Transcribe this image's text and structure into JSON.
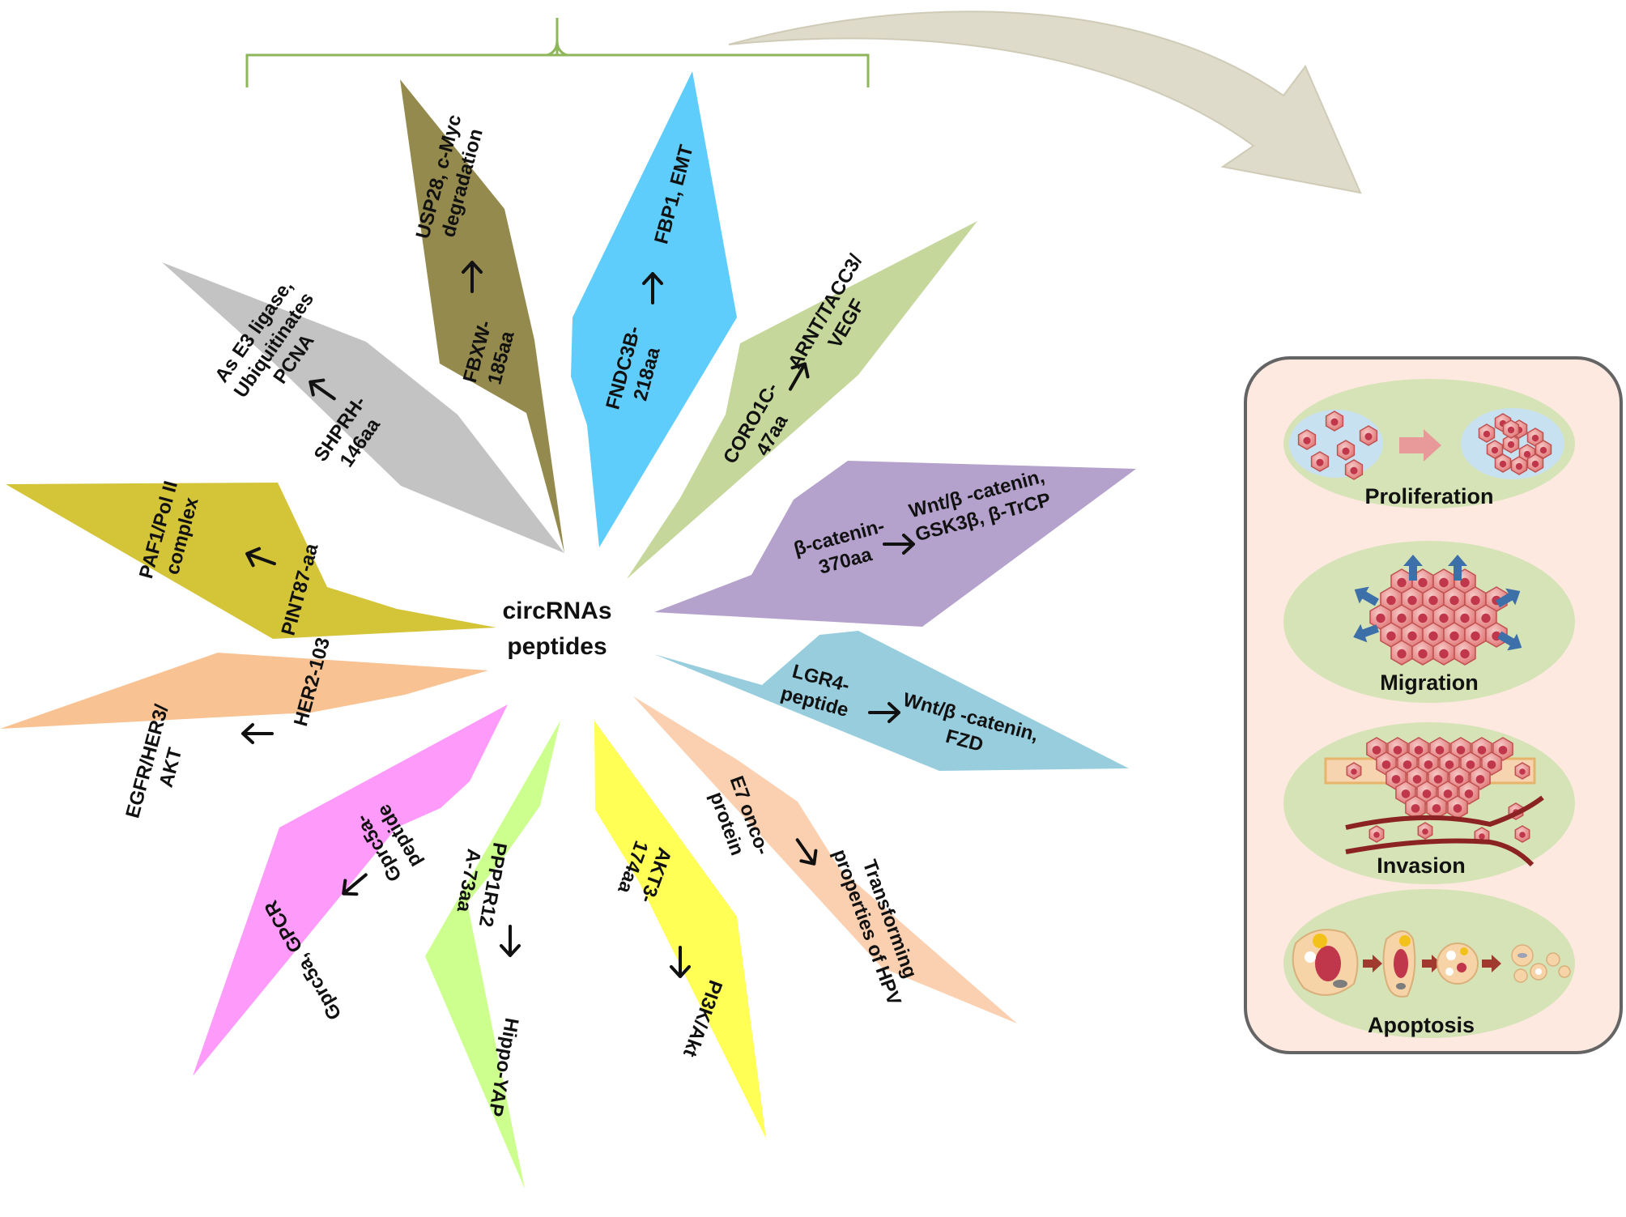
{
  "center": {
    "line1": "circRNAs",
    "line2": "peptides"
  },
  "petals": [
    {
      "id": "shprh",
      "color": "#c3c3c3",
      "source": [
        "SHPRH-",
        "146aa"
      ],
      "target": [
        "As E3 ligase,",
        "Ubiquitinates",
        "PCNA"
      ]
    },
    {
      "id": "fbxw",
      "color": "#958a4d",
      "source": [
        "FBXW-",
        "185aa"
      ],
      "target": [
        "USP28, c-Myc",
        "degradation"
      ]
    },
    {
      "id": "fndc3b",
      "color": "#5ecdfc",
      "source": [
        "FNDC3B-",
        "218aa"
      ],
      "target": [
        "FBP1, EMT"
      ]
    },
    {
      "id": "coro1c",
      "color": "#c5d79a",
      "source": [
        "CORO1C-",
        "47aa"
      ],
      "target": [
        "ARNT/TACC3/",
        "VEGF"
      ]
    },
    {
      "id": "bcatenin",
      "color": "#b4a2cc",
      "source": [
        "β-catenin-",
        "370aa"
      ],
      "target": [
        "Wnt/β -catenin,",
        "GSK3β, β-TrCP"
      ]
    },
    {
      "id": "lgr4",
      "color": "#97cddd",
      "source": [
        "LGR4-",
        "peptide"
      ],
      "target": [
        "Wnt/β -catenin,",
        "FZD"
      ]
    },
    {
      "id": "e7",
      "color": "#fbd0b1",
      "source": [
        "E7 onco-",
        "protein"
      ],
      "target": [
        "Transforming",
        "properties of HPV"
      ]
    },
    {
      "id": "akt3",
      "color": "#ffff55",
      "source": [
        "AKT3-",
        "174aa"
      ],
      "target": [
        "PI3K/Akt"
      ]
    },
    {
      "id": "ppp1r12",
      "color": "#cdff8f",
      "source": [
        "PPP1R12",
        "A-73aa"
      ],
      "target": [
        "Hippo-YAP"
      ]
    },
    {
      "id": "gprc5a",
      "color": "#fe9bfa",
      "source": [
        "Gprc5a-",
        "peptide"
      ],
      "target": [
        "Gprc5a, GPCR"
      ]
    },
    {
      "id": "her2",
      "color": "#f9c293",
      "source": [
        "HER2-103"
      ],
      "target": [
        "EGFR/HER3/",
        "AKT"
      ]
    },
    {
      "id": "pint87",
      "color": "#d4c438",
      "source": [
        "PINT87-aa"
      ],
      "target": [
        "PAF1/Pol II",
        "complex"
      ]
    }
  ],
  "outcomes": {
    "proliferation": "Proliferation",
    "migration": "Migration",
    "invasion": "Invasion",
    "apoptosis": "Apoptosis"
  },
  "colors": {
    "bracket": "#8db55a",
    "curved_arrow": "#dedbcb",
    "panel_fill": "#fde9df",
    "panel_border": "#646464",
    "ellipse_fill": "#d6e3b7",
    "cell_fill": "#e07d7d",
    "cell_nucleus": "#c0364a",
    "vessel": "#8b2323",
    "migration_arrow": "#3d6fa8"
  }
}
